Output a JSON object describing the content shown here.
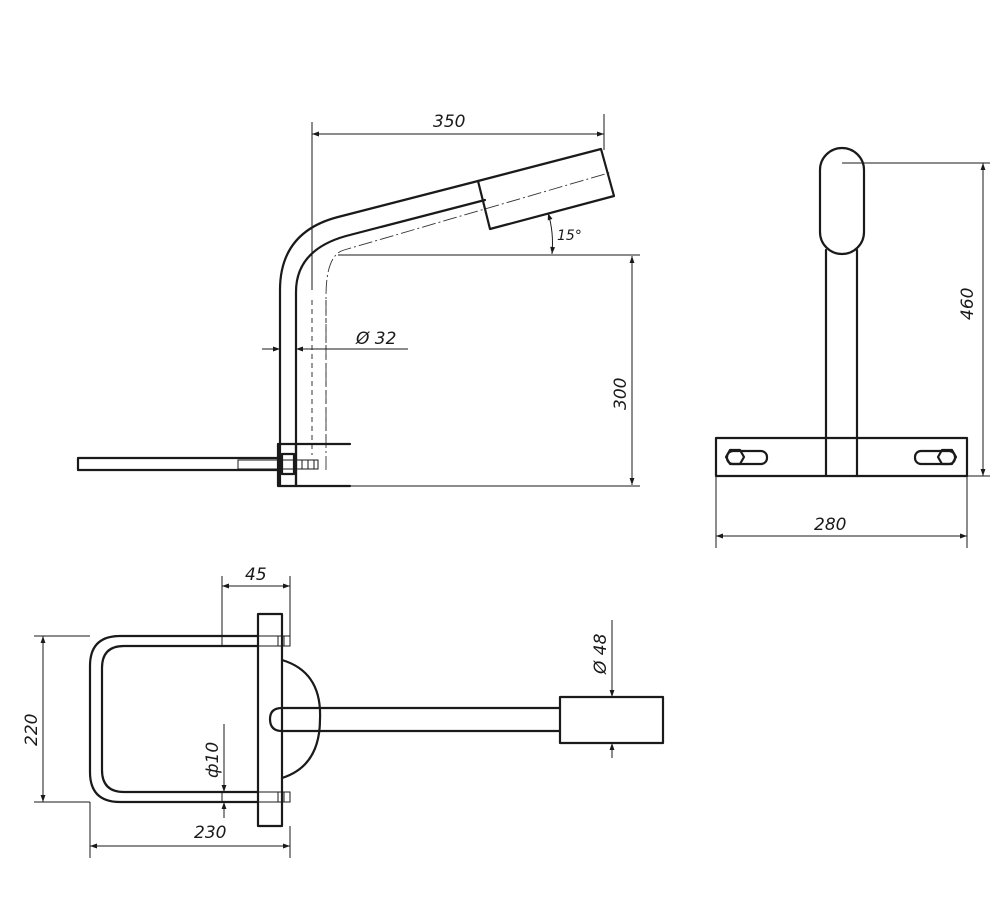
{
  "dimensions": {
    "top_length": "350",
    "angle": "15°",
    "tube_diameter": "Ø 32",
    "height_side": "300",
    "height_front": "460",
    "base_width": "280",
    "clamp_offset": "45",
    "clamp_height": "220",
    "clamp_width": "230",
    "rod_diameter": "ф10",
    "mast_diameter": "Ø 48"
  },
  "colors": {
    "line": "#1a1a1a",
    "background": "#ffffff"
  }
}
